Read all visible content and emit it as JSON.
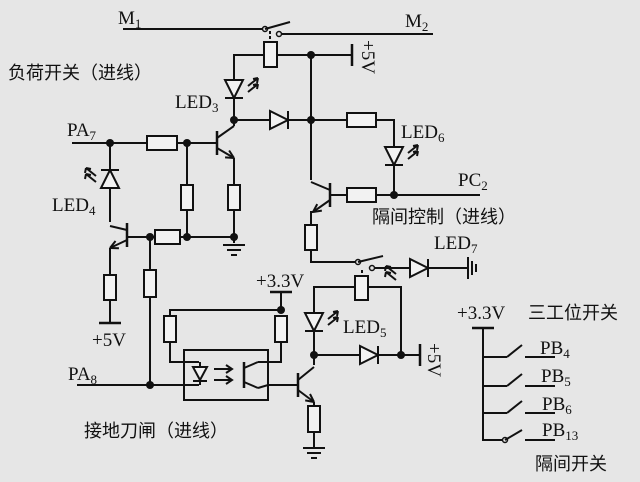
{
  "title_labels": {
    "load_switch": "负荷开关（进线）",
    "isolation_control": "隔间控制（进线）",
    "earthing_switch": "接地刀闸（进线）",
    "three_position_switch": "三工位开关",
    "isolation_switch": "隔间开关"
  },
  "nodes": {
    "m1": {
      "main": "M",
      "sub": "1"
    },
    "m2": {
      "main": "M",
      "sub": "2"
    },
    "pa7": {
      "main": "PA",
      "sub": "7"
    },
    "pa8": {
      "main": "PA",
      "sub": "8"
    },
    "pc2": {
      "main": "PC",
      "sub": "2"
    },
    "pb4": {
      "main": "PB",
      "sub": "4"
    },
    "pb5": {
      "main": "PB",
      "sub": "5"
    },
    "pb6": {
      "main": "PB",
      "sub": "6"
    },
    "pb13": {
      "main": "PB",
      "sub": "13"
    }
  },
  "leds": {
    "led3": {
      "main": "LED",
      "sub": "3"
    },
    "led4": {
      "main": "LED",
      "sub": "4"
    },
    "led5": {
      "main": "LED",
      "sub": "5"
    },
    "led6": {
      "main": "LED",
      "sub": "6"
    },
    "led7": {
      "main": "LED",
      "sub": "7"
    }
  },
  "supplies": {
    "p5v_top": "+5V",
    "p5v_left": "+5V",
    "p5v_right": "+5V",
    "p33v_mid": "+3.3V",
    "p33v_right": "+3.3V"
  }
}
